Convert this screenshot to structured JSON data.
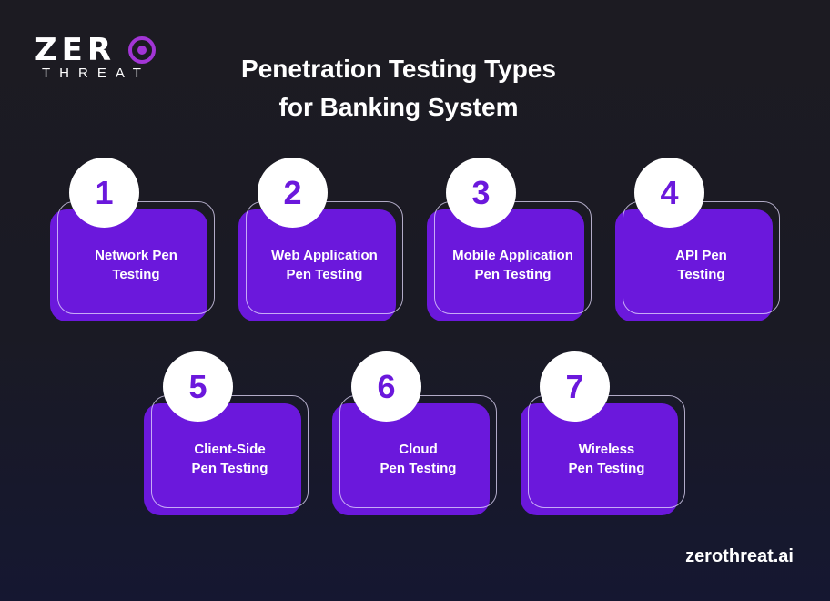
{
  "logo": {
    "word1": "ZER",
    "word2": "THREAT",
    "accent_color": "#a235d6"
  },
  "title": {
    "line1": "Penetration Testing Types",
    "line2": "for Banking System"
  },
  "cards": [
    {
      "number": "1",
      "line1": "Network Pen",
      "line2": "Testing"
    },
    {
      "number": "2",
      "line1": "Web Application",
      "line2": "Pen Testing"
    },
    {
      "number": "3",
      "line1": "Mobile Application",
      "line2": "Pen Testing"
    },
    {
      "number": "4",
      "line1": "API Pen",
      "line2": "Testing"
    },
    {
      "number": "5",
      "line1": "Client-Side",
      "line2": "Pen Testing"
    },
    {
      "number": "6",
      "line1": "Cloud",
      "line2": "Pen Testing"
    },
    {
      "number": "7",
      "line1": "Wireless",
      "line2": "Pen Testing"
    }
  ],
  "colors": {
    "card_fill": "#6b18dc",
    "background": "#1c1b22"
  },
  "footer": {
    "website": "zerothreat.ai"
  }
}
